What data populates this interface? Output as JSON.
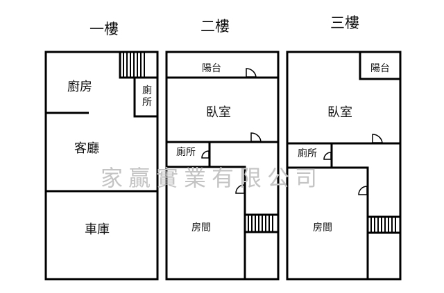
{
  "floors": [
    {
      "title": "一樓",
      "rooms": {
        "kitchen": "廚房",
        "toilet_1": "廁",
        "toilet_2": "所",
        "living": "客廳",
        "garage": "車庫"
      }
    },
    {
      "title": "二樓",
      "rooms": {
        "balcony": "陽台",
        "bedroom": "臥室",
        "toilet": "廁所",
        "room": "房間"
      }
    },
    {
      "title": "三樓",
      "rooms": {
        "balcony": "陽台",
        "bedroom": "臥室",
        "toilet": "廁所",
        "room": "房間"
      }
    }
  ],
  "watermark": "家贏實業有限公司"
}
